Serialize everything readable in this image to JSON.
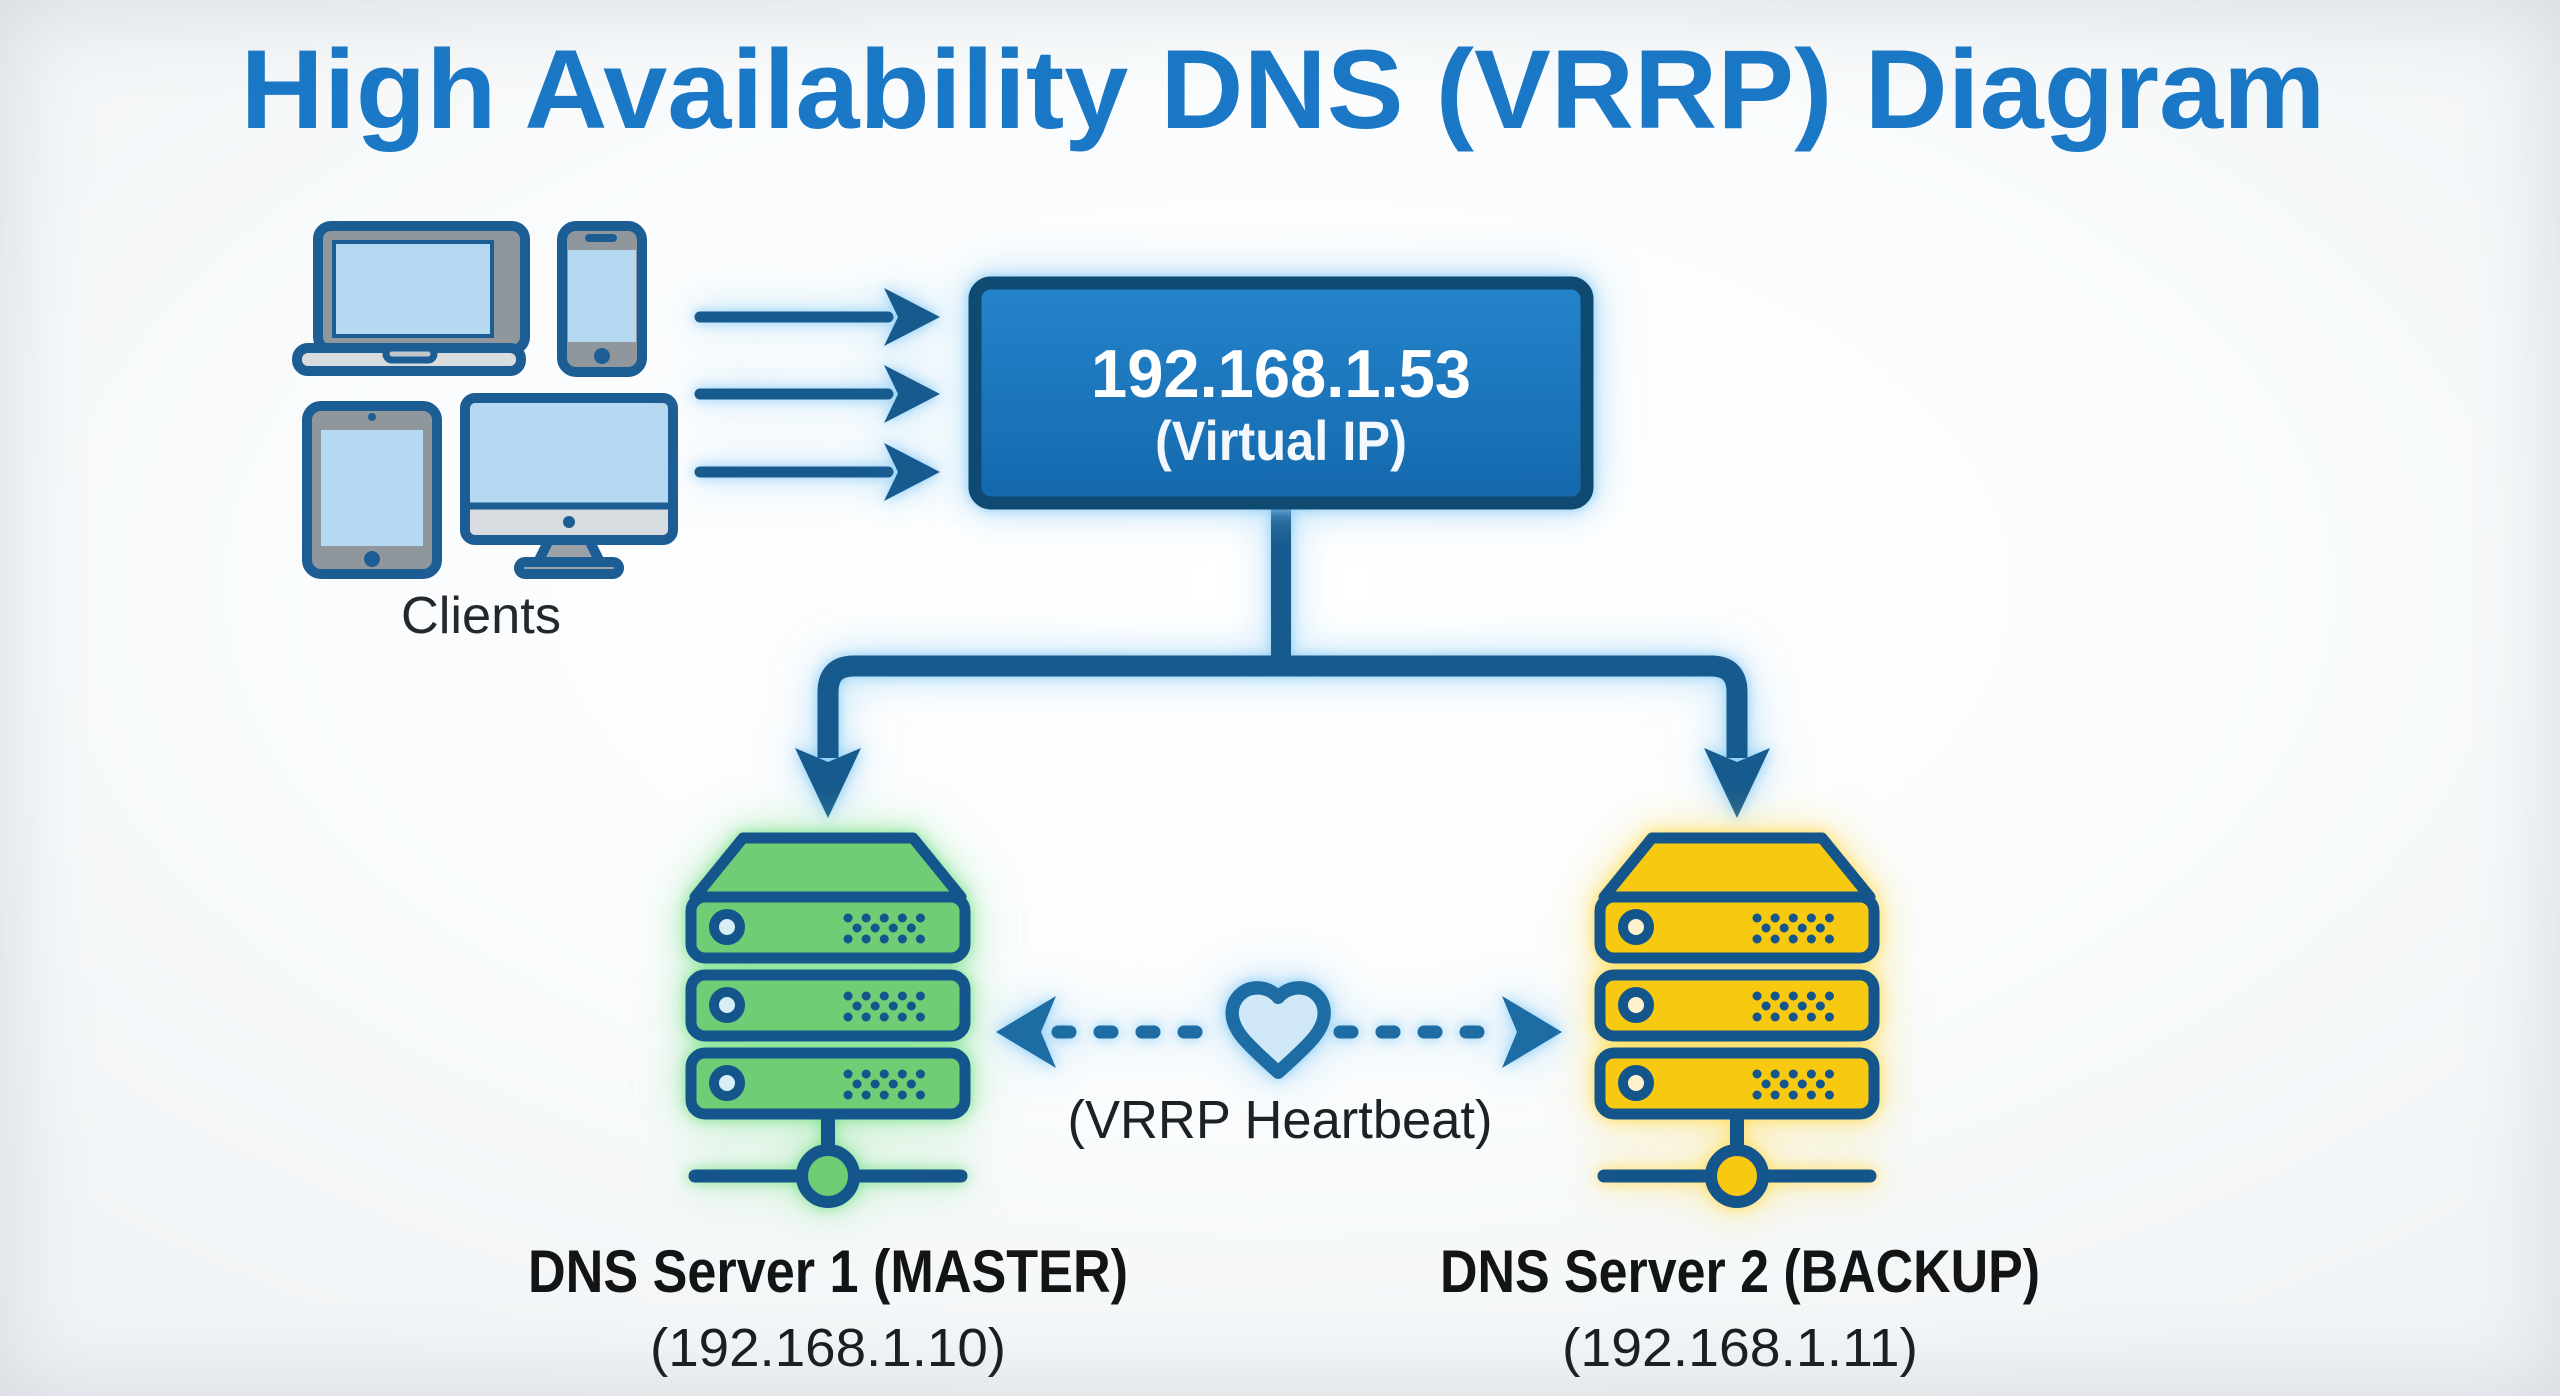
{
  "title": "High Availability DNS (VRRP) Diagram",
  "clients": {
    "label": "Clients",
    "devices": [
      "laptop",
      "smartphone",
      "tablet",
      "desktop-monitor"
    ]
  },
  "virtual_ip": {
    "address": "192.168.1.53",
    "caption": "(Virtual IP)"
  },
  "request_arrows": {
    "count": 3,
    "direction": "right"
  },
  "heartbeat": {
    "label": "(VRRP Heartbeat)",
    "icon": "heart-icon",
    "style": "dashed-double-arrow"
  },
  "servers": [
    {
      "name": "DNS Server 1 (MASTER)",
      "ip": "(192.168.1.10)",
      "role": "MASTER",
      "fill": "#6fcd76"
    },
    {
      "name": "DNS Server 2 (BACKUP)",
      "ip": "(192.168.1.11)",
      "role": "BACKUP",
      "fill": "#f8c911"
    }
  ],
  "colors": {
    "title": "#1a78c6",
    "connector": "#175a8e",
    "box_fill_top": "#2183cb",
    "box_fill_bottom": "#1469ad",
    "box_border": "#0e4a72",
    "master_fill": "#6fcd76",
    "backup_fill": "#f8c911",
    "screen_blue": "#b5d9f1",
    "device_gray": "#8f969c",
    "heart_fill": "#cfe7f7",
    "label_text": "#1f1f1f",
    "background": "#f7f9fa"
  }
}
